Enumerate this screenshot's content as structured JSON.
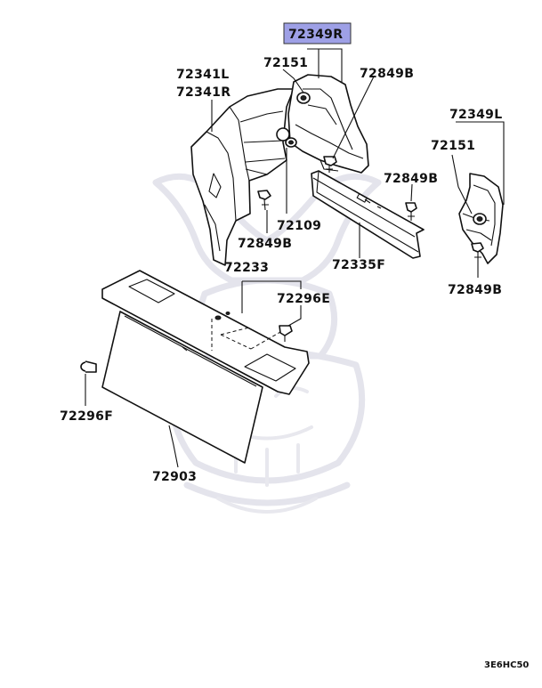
{
  "diagram": {
    "highlight_color": "#9ea0e6",
    "labels": {
      "p72349R": "72349R",
      "p72151_left": "72151",
      "p72849B_top": "72849B",
      "p72341L": "72341L",
      "p72341R": "72341R",
      "p72349L": "72349L",
      "p72151_right": "72151",
      "p72849B_mid": "72849B",
      "p72109": "72109",
      "p72849B_left": "72849B",
      "p72335F": "72335F",
      "p72849B_right": "72849B",
      "p72233": "72233",
      "p72296E": "72296E",
      "p72296F": "72296F",
      "p72903": "72903"
    },
    "footer_code": "3E6HC50",
    "watermark": {
      "name": "samurai-helmet-logo"
    }
  }
}
